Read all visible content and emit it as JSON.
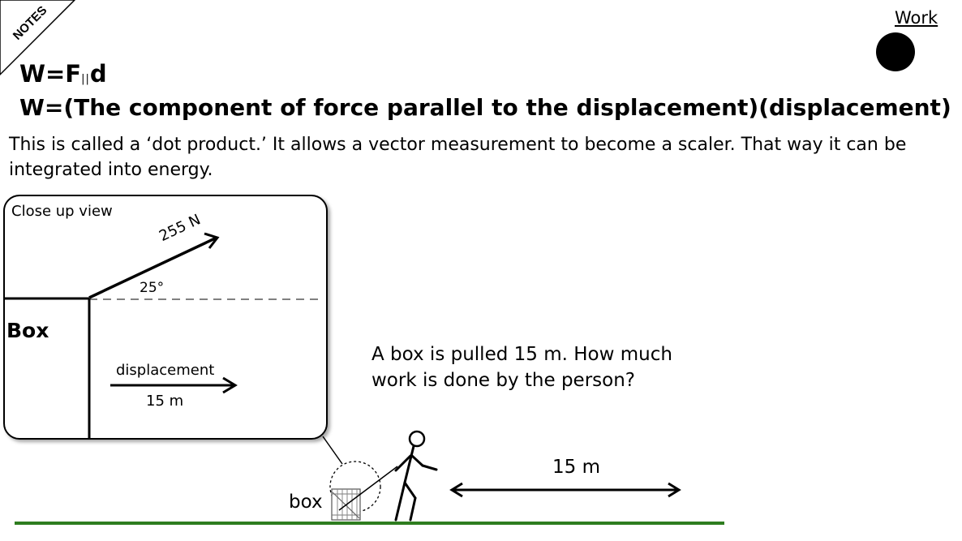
{
  "corner_tag": "NOTES",
  "header": {
    "topic_link": "Work"
  },
  "formula": {
    "lhs": "W=F",
    "sub": "||",
    "rhs": "d"
  },
  "formula_words": "W=(The component of force parallel to the displacement)(displacement)",
  "description": "This is called a ‘dot product.’ It allows a vector measurement to become a scaler. That way it can be integrated into energy.",
  "callout": {
    "title": "Close up view",
    "box_label": "Box",
    "force_label": "255 N",
    "angle_label": "25°",
    "displacement_label": "displacement",
    "displacement_value": "15 m"
  },
  "question": [
    "A box is pulled 15 m. How much",
    "work is done by the person?"
  ],
  "scene": {
    "distance_label": "15 m",
    "box_label": "box"
  },
  "colors": {
    "ground": "#2e7d1f",
    "ink": "#000000",
    "background": "#ffffff"
  }
}
